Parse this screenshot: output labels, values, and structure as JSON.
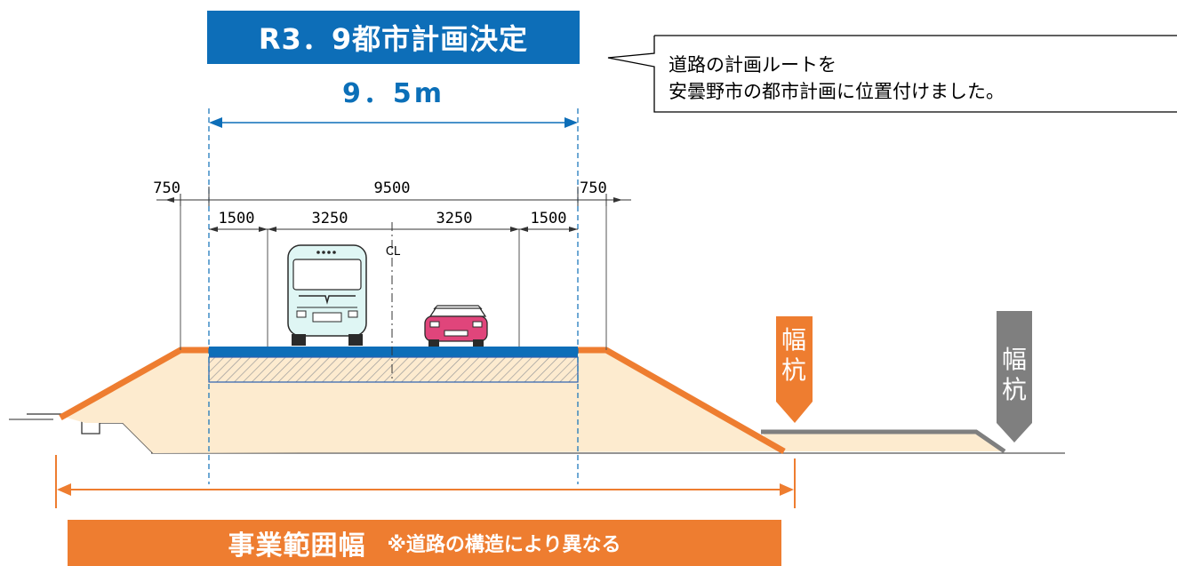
{
  "title": "R3．9都市計画決定",
  "width_label": "9．5m",
  "callout": {
    "line1": "道路の計画ルートを",
    "line2": "安曇野市の都市計画に位置付けました。"
  },
  "dimensions": {
    "left_shoulder": "750",
    "total": "9500",
    "right_shoulder": "750",
    "left_sidewalk": "1500",
    "left_lane": "3250",
    "right_lane": "3250",
    "right_sidewalk": "1500",
    "centerline": "CL"
  },
  "stakes": {
    "orange": {
      "char1": "幅",
      "char2": "杭",
      "color": "#ee7d30"
    },
    "gray": {
      "char1": "幅",
      "char2": "杭",
      "color": "#7f7f7f"
    }
  },
  "project_range": {
    "main": "事業範囲幅",
    "note": "※道路の構造により異なる"
  },
  "colors": {
    "accent_blue": "#0d6eb8",
    "accent_orange": "#ee7d30",
    "embankment": "#fdebcf",
    "bus": "#dff6f4",
    "car": "#e0457b"
  }
}
